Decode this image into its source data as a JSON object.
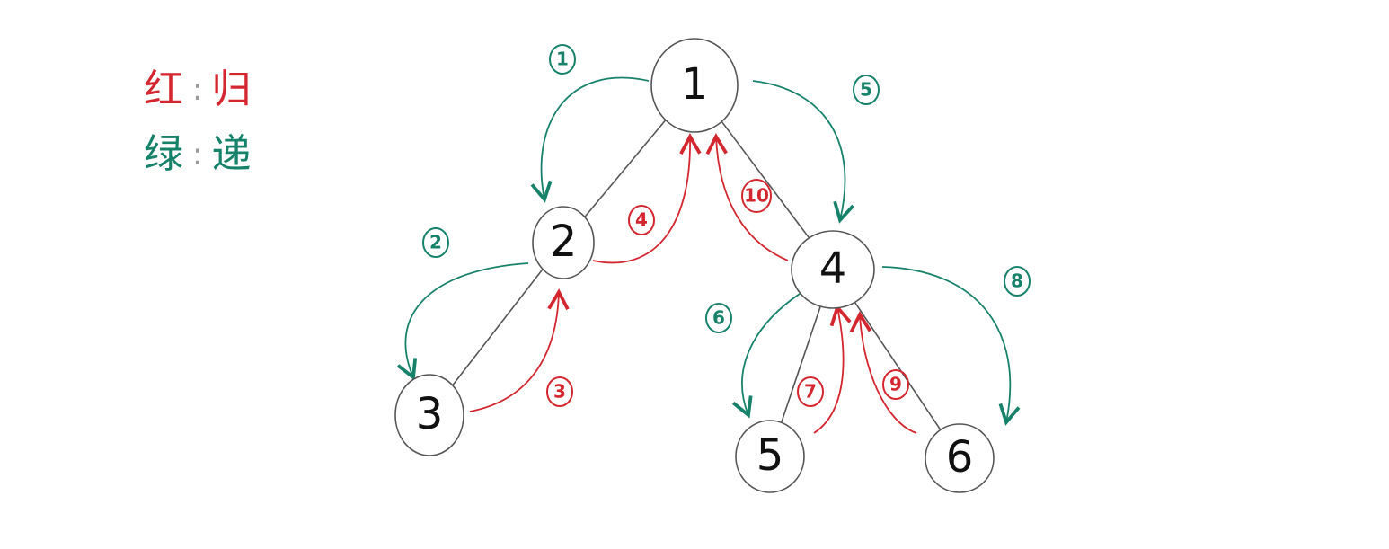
{
  "legend": {
    "red": {
      "color_label": "红",
      "colon": ":",
      "meaning": "归",
      "color": "#d4262f"
    },
    "green": {
      "color_label": "绿",
      "colon": ":",
      "meaning": "递",
      "color": "#17826a"
    }
  },
  "colors": {
    "red": "#d4262f",
    "green": "#17826a",
    "node_stroke": "#555555",
    "edge": "#555555"
  },
  "nodes": [
    {
      "id": "1",
      "label": "1"
    },
    {
      "id": "2",
      "label": "2"
    },
    {
      "id": "3",
      "label": "3"
    },
    {
      "id": "4",
      "label": "4"
    },
    {
      "id": "5",
      "label": "5"
    },
    {
      "id": "6",
      "label": "6"
    }
  ],
  "edges": [
    {
      "from": "1",
      "to": "2"
    },
    {
      "from": "1",
      "to": "4"
    },
    {
      "from": "2",
      "to": "3"
    },
    {
      "from": "4",
      "to": "5"
    },
    {
      "from": "4",
      "to": "6"
    }
  ],
  "steps": [
    {
      "label": "1",
      "type": "green",
      "from": "1",
      "to": "2"
    },
    {
      "label": "2",
      "type": "green",
      "from": "2",
      "to": "3"
    },
    {
      "label": "3",
      "type": "red",
      "from": "3",
      "to": "2"
    },
    {
      "label": "4",
      "type": "red",
      "from": "2",
      "to": "1"
    },
    {
      "label": "5",
      "type": "green",
      "from": "1",
      "to": "4"
    },
    {
      "label": "6",
      "type": "green",
      "from": "4",
      "to": "5"
    },
    {
      "label": "7",
      "type": "red",
      "from": "5",
      "to": "4"
    },
    {
      "label": "8",
      "type": "green",
      "from": "4",
      "to": "6"
    },
    {
      "label": "9",
      "type": "red",
      "from": "6",
      "to": "4"
    },
    {
      "label": "10",
      "type": "red",
      "from": "4",
      "to": "1"
    }
  ]
}
